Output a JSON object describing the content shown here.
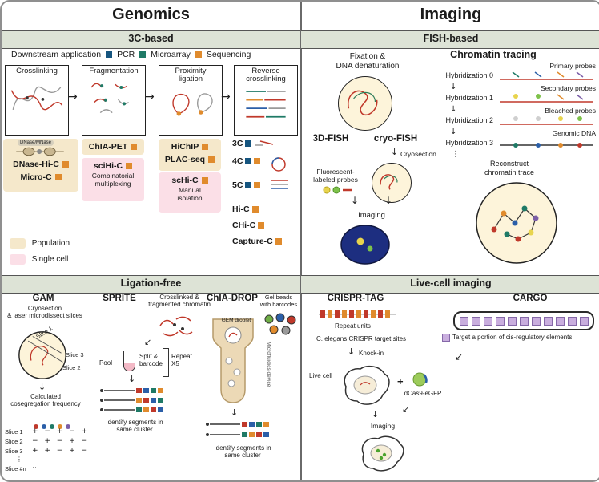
{
  "titles": {
    "genomics": "Genomics",
    "imaging": "Imaging"
  },
  "bars": {
    "c3": "3C-based",
    "fish": "FISH-based",
    "ligation_free": "Ligation-free",
    "live_cell": "Live-cell imaging"
  },
  "colors": {
    "section_bar_bg": "#dde3d6",
    "population_beige": "#f5e8cb",
    "single_cell_pink": "#fbdfe7",
    "pcr_blue": "#16557f",
    "microarray_teal": "#1f7a66",
    "sequencing_orange": "#e08b2d",
    "chromatin_red": "#c0392b",
    "nucleus_blue": "#1d2e80"
  },
  "c3": {
    "legend_title": "Downstream application",
    "legend": [
      {
        "label": "PCR"
      },
      {
        "label": "Microarray"
      },
      {
        "label": "Sequencing"
      }
    ],
    "steps": [
      {
        "label": "Crosslinking"
      },
      {
        "label": "Fragmentation"
      },
      {
        "label": "Proximity\nligation"
      },
      {
        "label": "Reverse\ncrosslinking"
      }
    ],
    "crosslinking_methods": {
      "enzyme": "DNase/MNase",
      "items": [
        {
          "label": "DNase-Hi-C"
        },
        {
          "label": "Micro-C"
        }
      ]
    },
    "fragmentation_methods": {
      "population": [
        {
          "label": "ChIA-PET"
        }
      ],
      "single_cell": [
        {
          "label": "sciHi-C"
        }
      ],
      "note": "Combinatorial\nmultiplexing"
    },
    "proximity_methods": {
      "population": [
        {
          "label": "HiChIP"
        },
        {
          "label": "PLAC-seq"
        }
      ],
      "single_cell": [
        {
          "label": "scHi-C"
        }
      ],
      "note": "Manual\nisolation"
    },
    "reverse_methods": [
      {
        "label": "3C"
      },
      {
        "label": "4C"
      },
      {
        "label": "5C"
      },
      {
        "label": "Hi-C"
      },
      {
        "label": "CHi-C"
      },
      {
        "label": "Capture-C"
      }
    ],
    "key": {
      "population": "Population",
      "single_cell": "Single cell"
    }
  },
  "fish": {
    "fixation_label": "Fixation &\nDNA denaturation",
    "method_3d": "3D-FISH",
    "method_cryo": "cryo-FISH",
    "cryosection_label": "Cryosection",
    "probes_label": "Fluorescent-\nlabeled probes",
    "imaging_label": "Imaging",
    "tracing_title": "Chromatin tracing",
    "hybridizations": [
      {
        "label": "Hybridization 0",
        "probe": "Primary probes"
      },
      {
        "label": "Hybridization 1",
        "probe": "Secondary probes"
      },
      {
        "label": "Hybridization 2",
        "probe": "Bleached probes"
      },
      {
        "label": "Hybridization 3",
        "probe": "Genomic DNA"
      }
    ],
    "ellipsis": "⋮",
    "reconstruct_label": "Reconstruct\nchromatin trace"
  },
  "gam": {
    "title": "GAM",
    "desc": "Cryosection\n& laser microdissect slices",
    "slice1": "Slice 1",
    "slice3": "Slice 3",
    "slice2": "Slice 2",
    "calc_label": "Calculated\ncosegregation frequency",
    "table_rows": [
      {
        "label": "Slice 1",
        "values": "+ − + − +"
      },
      {
        "label": "Slice 2",
        "values": "− + − + −"
      },
      {
        "label": "Slice 3",
        "values": "+ + − + −"
      },
      {
        "label": "Slice #n",
        "values": "⋯"
      }
    ],
    "ellipsis": "⋮"
  },
  "sprite": {
    "title": "SPRITE",
    "desc": "Crosslinked &\nfragmented chromatin",
    "split_label": "Split &\nbarcode",
    "repeat_label": "Repeat\nX5",
    "pool_label": "Pool",
    "identify_label": "Identify segments in\nsame cluster"
  },
  "chia_drop": {
    "title": "ChIA-DROP",
    "beads_label": "Gel beads\nwith barcodes",
    "gem_label": "GEM droplet",
    "device_label": "Microfluidics device",
    "identify_label": "Identify segments in\nsame cluster"
  },
  "crispr_tag": {
    "title": "CRISPR-TAG",
    "repeat_units_label": "Repeat units",
    "target_sites_label": "C. elegans CRISPR target sites",
    "knock_in_label": "Knock-in",
    "live_cell_label": "Live cell",
    "plus": "+",
    "dcas9_label": "dCas9-eGFP",
    "imaging_label": "Imaging"
  },
  "cargo": {
    "title": "CARGO",
    "target_label": "Target a portion of cis-regulatory elements"
  }
}
